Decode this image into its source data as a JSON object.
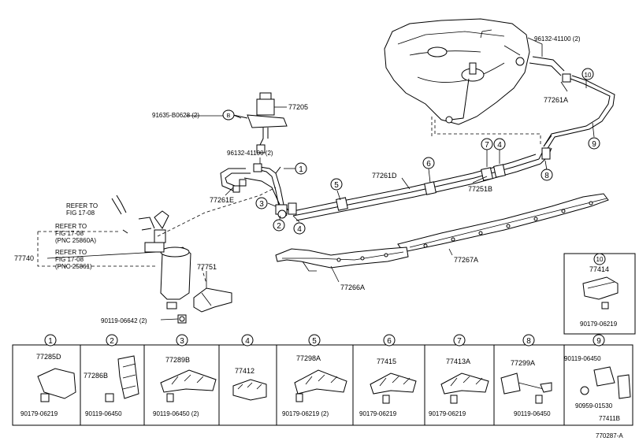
{
  "callouts": {
    "p77205": "77205",
    "p91635": "91635-B0628 (2)",
    "p96132_mid": "96132-41100 (2)",
    "p96132_top": "96132-41100 (2)",
    "p77261E": "77261E",
    "p77261D": "77261D",
    "p77261A": "77261A",
    "p77251B": "77251B",
    "p77267A": "77267A",
    "p77266A": "77266A",
    "p77740": "77740",
    "p77751": "77751",
    "p90119_06642": "90119-06642 (2)",
    "ref1_l1": "REFER TO",
    "ref1_l2": "FIG 17-08",
    "ref2_l1": "REFER TO",
    "ref2_l2": "FIG 17-08",
    "ref2_l3": "(PNC 25860A)",
    "ref3_l1": "REFER TO",
    "ref3_l2": "FIG 17-08",
    "ref3_l3": "(PNC 25861)",
    "diagram_id": "770287-A"
  },
  "circle_numbers": {
    "n1": "1",
    "n2": "2",
    "n3": "3",
    "n4": "4",
    "n5": "5",
    "n6": "6",
    "n7": "7",
    "n8": "8",
    "n9": "9",
    "n10": "10",
    "n4b": "4",
    "nB": "B"
  },
  "inset10": {
    "num": "10",
    "part": "77414",
    "bolt": "90179-06219"
  },
  "table": [
    {
      "num": "1",
      "part": "77285D",
      "bolt": "90179-06219"
    },
    {
      "num": "2",
      "part": "77286B",
      "bolt": "90119-06450"
    },
    {
      "num": "3",
      "part": "77289B",
      "bolt": "90119-06450 (2)"
    },
    {
      "num": "4",
      "part": "77412",
      "bolt": ""
    },
    {
      "num": "5",
      "part": "77298A",
      "bolt": "90179-06219 (2)"
    },
    {
      "num": "6",
      "part": "77415",
      "bolt": "90179-06219"
    },
    {
      "num": "7",
      "part": "77413A",
      "bolt": "90179-06219"
    },
    {
      "num": "8",
      "part": "77299A",
      "bolt": "90119-06450"
    },
    {
      "num": "9",
      "part": "",
      "bolt": ""
    }
  ],
  "cell9": {
    "part1": "90119-06450",
    "part2": "90959-01530",
    "part3": "77411B"
  }
}
